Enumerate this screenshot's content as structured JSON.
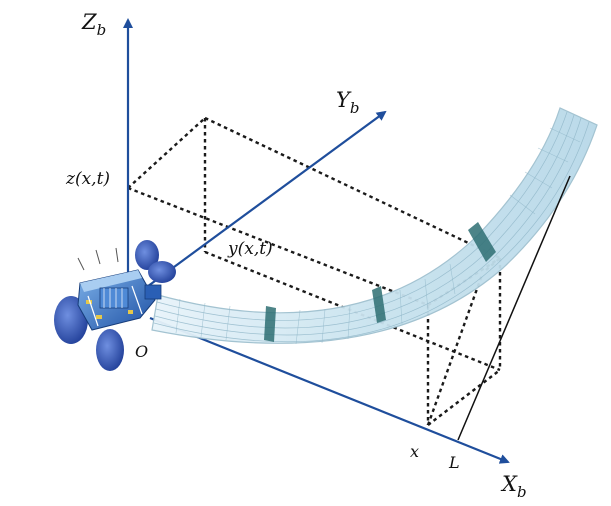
{
  "diagram": {
    "axes": {
      "z": {
        "base": "Z",
        "sub": "b"
      },
      "y": {
        "base": "Y",
        "sub": "b"
      },
      "x": {
        "base": "X",
        "sub": "b"
      }
    },
    "labels": {
      "z_func": "z(x,t)",
      "y_func": "y(x,t)",
      "origin": "O",
      "x_pos": "x",
      "length": "L"
    },
    "colors": {
      "axis": "#1f4e9c",
      "dotted": "#1a1a1a",
      "panel_fill": "#cfe8f2",
      "panel_grid": "#8fb6c8",
      "panel_band": "#2e6f73",
      "satellite_body": "#2a6fc9",
      "satellite_dish": "#2f55b8"
    },
    "icons": [
      "satellite-icon"
    ]
  }
}
